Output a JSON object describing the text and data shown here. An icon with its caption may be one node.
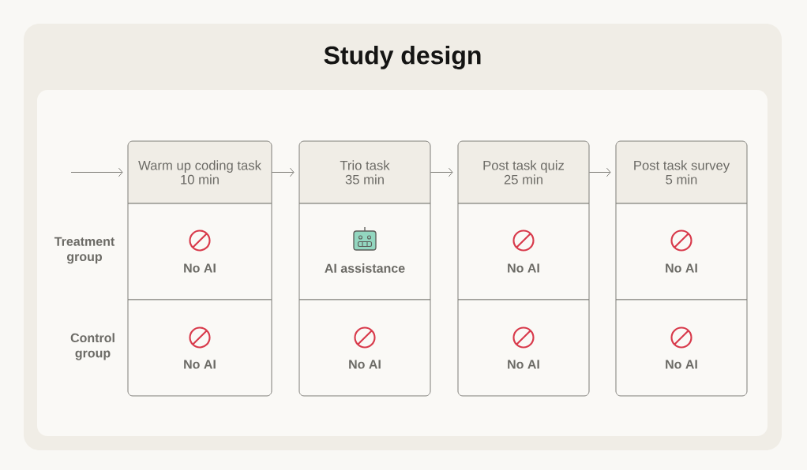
{
  "diagram": {
    "title": "Study design",
    "nodes": [
      {
        "text": [
          "Warm up coding task",
          "10 min"
        ]
      },
      {
        "text": [
          "Trio task",
          "35 min"
        ]
      },
      {
        "text": [
          "Post task quiz",
          "25 min"
        ]
      },
      {
        "text": [
          "Post task survey",
          "5 min"
        ]
      },
      {
        "text": [
          "No AI"
        ]
      },
      {
        "text": [
          "AI assistance"
        ]
      },
      {
        "text": [
          "No AI"
        ]
      },
      {
        "text": [
          "No AI"
        ]
      },
      {
        "text": [
          "No AI"
        ]
      },
      {
        "text": [
          "No AI"
        ]
      },
      {
        "text": [
          "No AI"
        ]
      },
      {
        "text": [
          "No AI"
        ]
      }
    ],
    "edges": [
      {
        "from": null,
        "to": 0,
        "arrow": "to"
      },
      {
        "from": 0,
        "to": 1,
        "arrow": "to"
      },
      {
        "from": 1,
        "to": 2,
        "arrow": "to"
      },
      {
        "from": 2,
        "to": 3,
        "arrow": "to"
      }
    ],
    "labels": [
      "Treatment group",
      "Control group"
    ]
  }
}
